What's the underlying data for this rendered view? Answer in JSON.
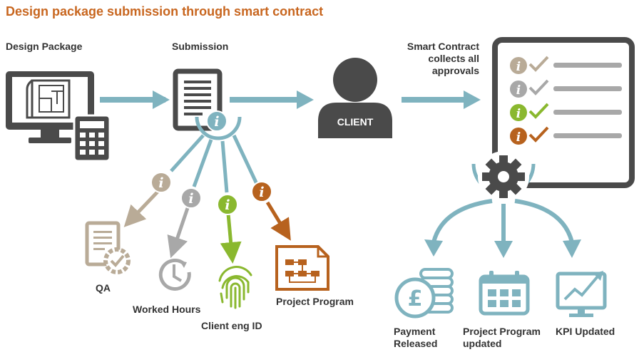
{
  "title": "Design package submission through smart contract",
  "labels": {
    "design_package": "Design Package",
    "submission": "Submission",
    "client": "CLIENT",
    "smart_contract": [
      "Smart Contract",
      "collects all",
      "approvals"
    ],
    "qa": "QA",
    "worked_hours": "Worked Hours",
    "client_eng_id": "Client eng ID",
    "project_program": "Project Program",
    "payment_released": [
      "Payment",
      "Released"
    ],
    "project_program_updated": [
      "Project Program",
      "updated"
    ],
    "kpi_updated": "KPI Updated"
  },
  "icons": {
    "info_glyph": "i",
    "currency_glyph": "£"
  },
  "colors": {
    "title": "#c8661f",
    "arrow": "#7fb3bf",
    "dark": "#4a4a4a",
    "tan": "#b9ab97",
    "grey": "#a8a8a8",
    "green": "#8ab82f",
    "orange": "#b7621e",
    "teal_icon": "#7fb3bf"
  }
}
